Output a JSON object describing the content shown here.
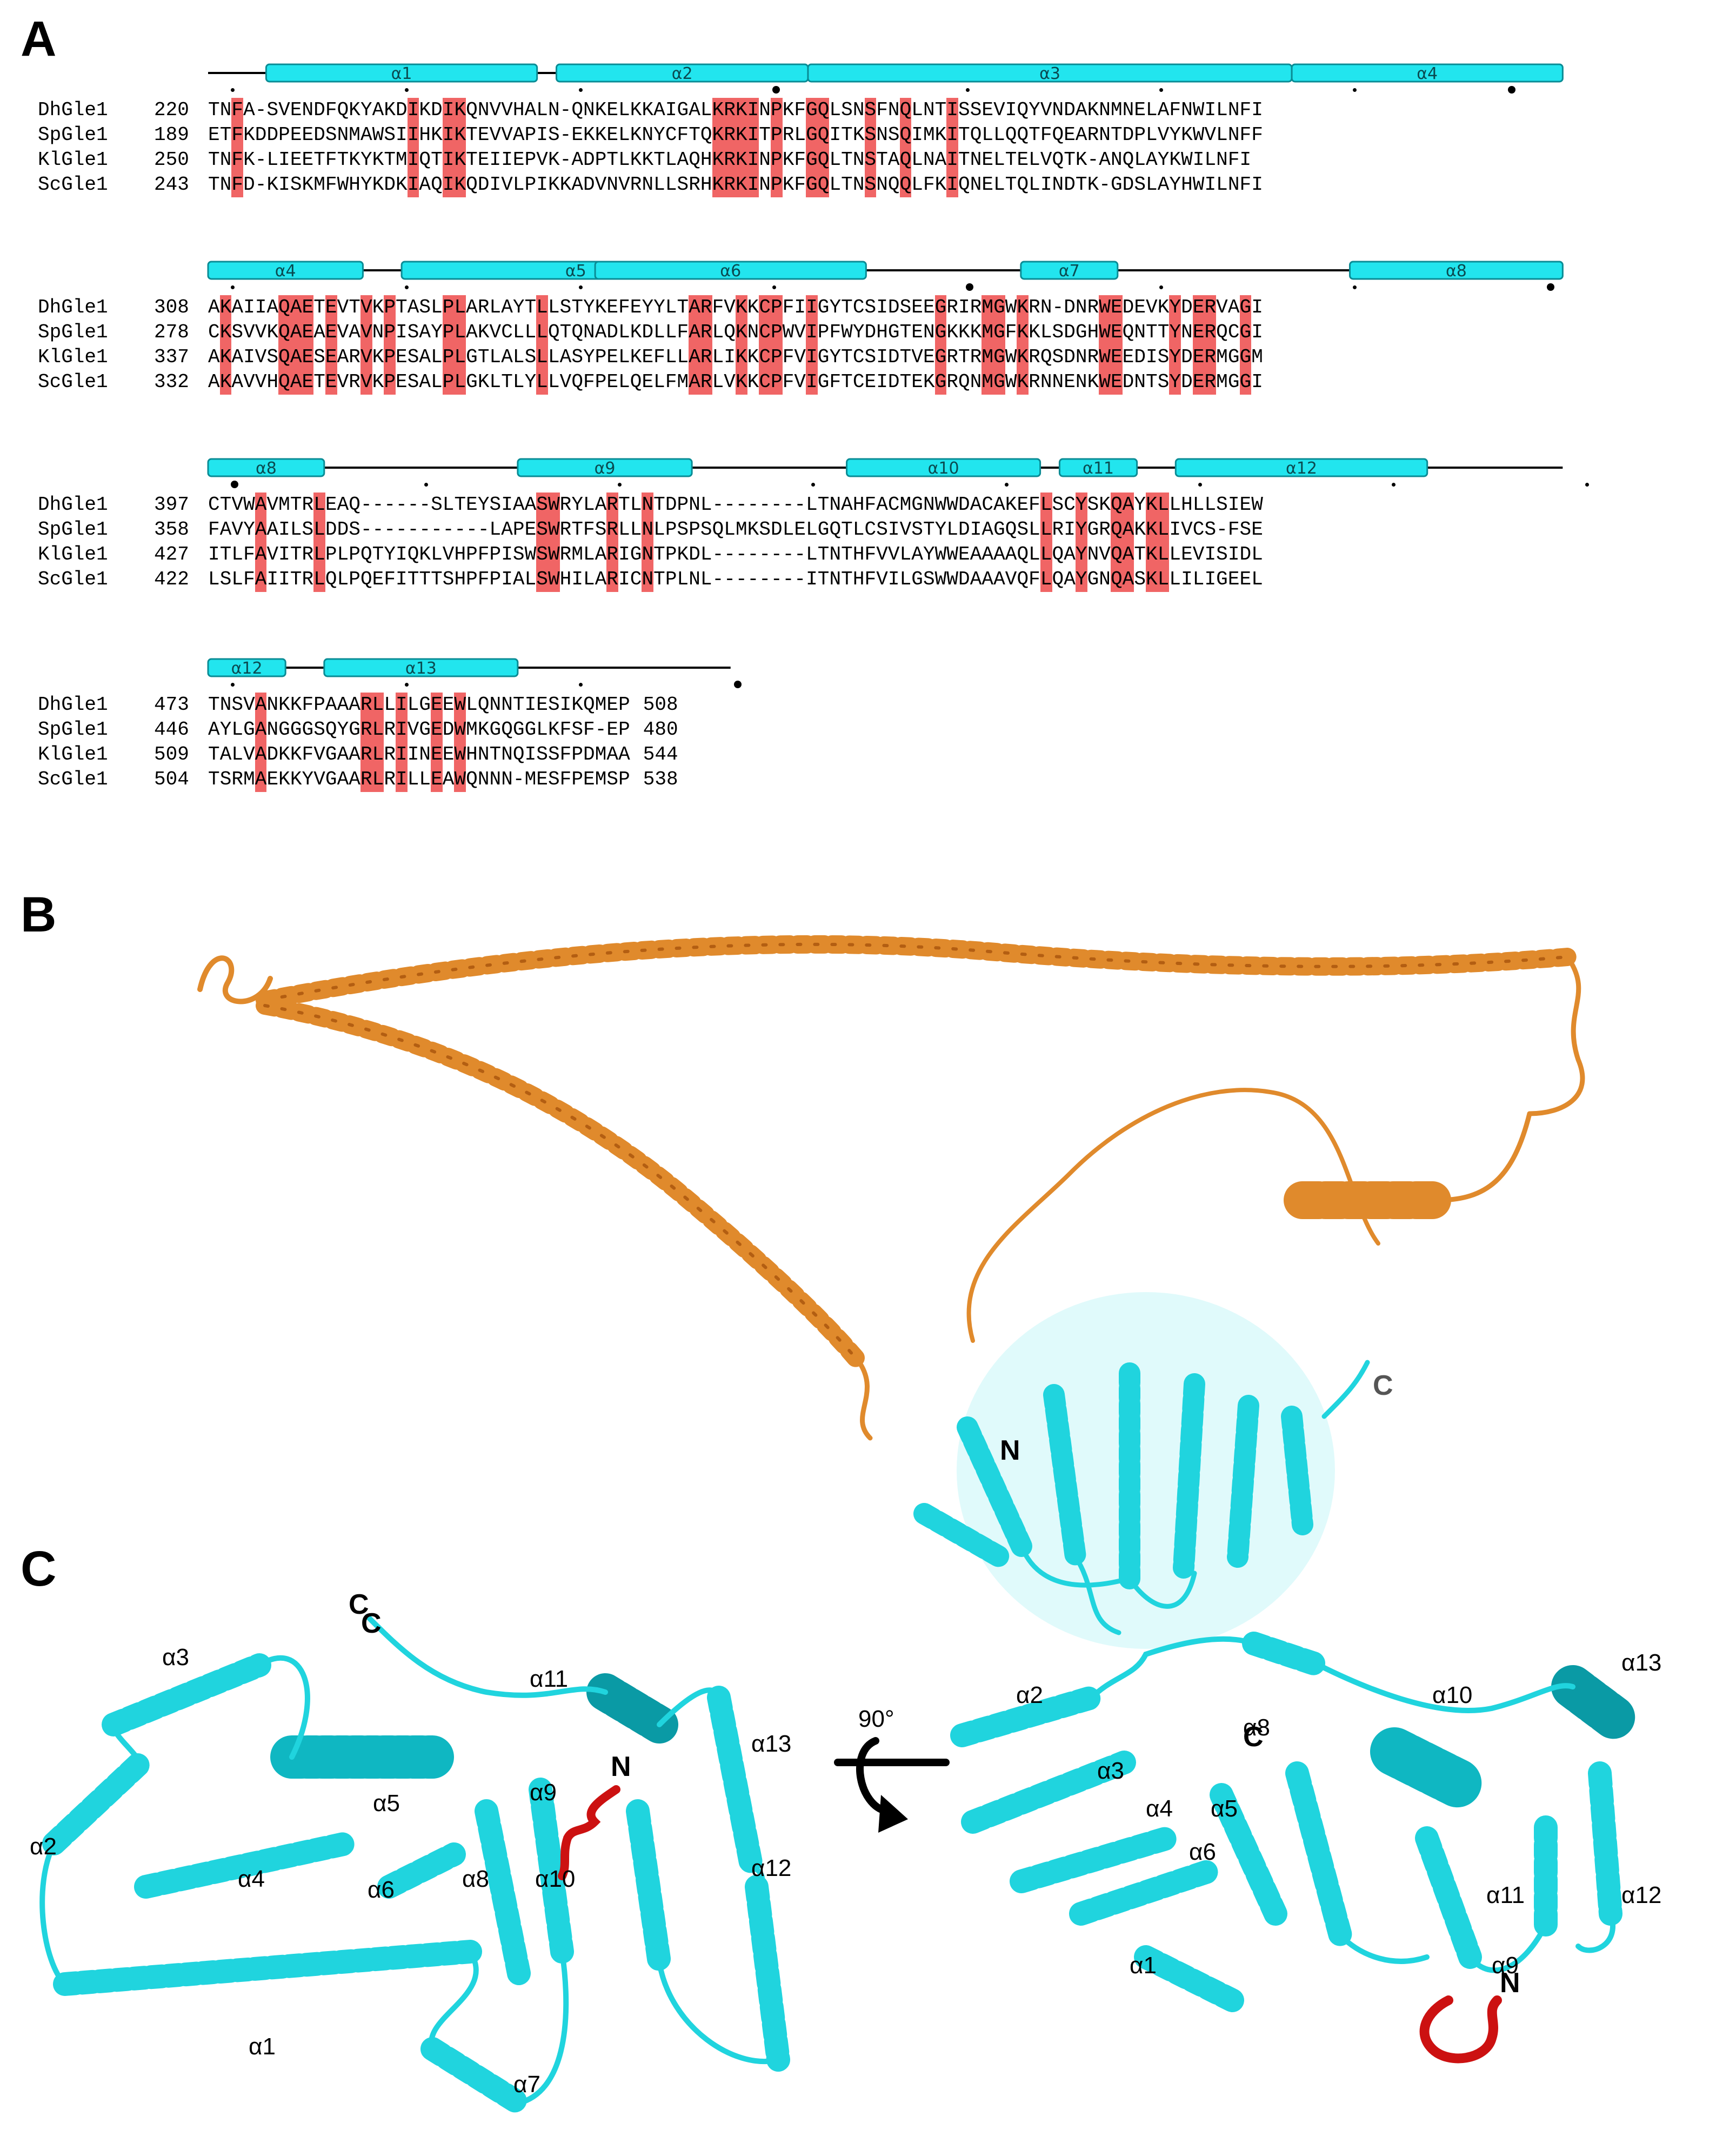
{
  "panels": {
    "a": "A",
    "b": "B",
    "c": "C"
  },
  "colors": {
    "highlight": "#f06565",
    "helix_fill": "#22e5ee",
    "helix_stroke": "#0a8c95",
    "orange": "#e08a2c",
    "cyan": "#20d4de",
    "red": "#cc1111"
  },
  "alignment": {
    "blocks": [
      {
        "rows": [
          {
            "name": "DhGle1",
            "start": "220",
            "seq": "TNFA-SVENDFQKYAKDIKDIKQNVVHALN-QNKELKKAIGALKRKINPKFGQLSNSFNQLNTISSEVIQYVNDAKNMNELAFNWILNFI",
            "end": ""
          },
          {
            "name": "SpGle1",
            "start": "189",
            "seq": "ETFKDDPEEDSNMAWSIIHKIKTEVVAPIS-EKKELKNYCFTQKRKITPRLGQITKSNSQIMKITQLLQQTFQEARNTDPLVYKWVLNFF",
            "end": ""
          },
          {
            "name": "KlGle1",
            "start": "250",
            "seq": "TNFK-LIEETFTKYKTMIQTIKTEIIEPVK-ADPTLKKTLAQHKRKINPKFGQLTNSTAQLNAITNELTELVQTK-ANQLAYKWILNFI",
            "end": ""
          },
          {
            "name": "ScGle1",
            "start": "243",
            "seq": "TNFD-KISKMFWHYKDKIAQIKQDIVLPIKKADVNVRNLLSRHKRKINPKFGQLTNSNQQLFKIQNELTQLINDTK-GDSLAYHWILNFI",
            "end": ""
          }
        ],
        "helices": [
          "α1",
          "α2",
          "α3",
          "α4"
        ]
      },
      {
        "rows": [
          {
            "name": "DhGle1",
            "start": "308",
            "seq": "AKAIIAQAETEVTVKPTASLPLARLAYTLLSTYKEFEYYLTARFVKKCPFIIGYTCSIDSEEGRIRMGWKRN-DNRWEDEVKYDERVAGI",
            "end": ""
          },
          {
            "name": "SpGle1",
            "start": "278",
            "seq": "CKSVVKQAEAEVAVNPISAYPLAKVCLLLQTQNADLKDLLFARLQKNCPWVIPFWYDHGTENGKKKMGFKKLSDGHWEQNTTYNERQCGI",
            "end": ""
          },
          {
            "name": "KlGle1",
            "start": "337",
            "seq": "AKAIVSQAESEARVKPESALPLGTLALSLLASYPELKEFLLARLIKKCPFVIGYTCSIDTVEGRTRMGWKRQSDNRWEEDISYDERMGGM",
            "end": ""
          },
          {
            "name": "ScGle1",
            "start": "332",
            "seq": "AKAVVHQAETEVRVKPESALPLGKLTLYLLVQFPELQELFMARLVKKCPFVIGFTCEIDTEKGRQNMGWKRNNENKWEDNTSYDERMGGI",
            "end": ""
          }
        ],
        "helices": [
          "α4",
          "α5",
          "α6",
          "α7",
          "α8"
        ]
      },
      {
        "rows": [
          {
            "name": "DhGle1",
            "start": "397",
            "seq": "CTVWAVMTRLEAQ------SLTEYSIAASWRYLARTLNTDPNL--------LTNAHFACMGNWWDACAKEFLSCYSKQAYKLLHLLSIEW",
            "end": ""
          },
          {
            "name": "SpGle1",
            "start": "358",
            "seq": "FAVYAAILSLDDS-----------LAPESWRTFSRLLNLPSPSQLMKSDLELGQTLCSIVSTYLDIAGQSLLRIYGRQAKKLIVCS-FSE",
            "end": ""
          },
          {
            "name": "KlGle1",
            "start": "427",
            "seq": "ITLFAVITRLPLPQTYIQKLVHPFPISWSWRMLARIGNTPKDL--------LTNTHFVVLAYWWEAAAAQLLQAYNVQATKLLEVISIDL",
            "end": ""
          },
          {
            "name": "ScGle1",
            "start": "422",
            "seq": "LSLFAIITRLQLPQEFITTTSHPFPIALSWHILARICNTPLNL--------ITNTHFVILGSWWDAAAVQFLQAYGNQASKLLILIGEEL",
            "end": ""
          }
        ],
        "helices": [
          "α8",
          "α9",
          "α10",
          "α11",
          "α12"
        ]
      },
      {
        "rows": [
          {
            "name": "DhGle1",
            "start": "473",
            "seq": "TNSVANKKFPAAARLLILGEEWLQNNTIESIKQMEP",
            "end": "508"
          },
          {
            "name": "SpGle1",
            "start": "446",
            "seq": "AYLGANGGGSQYGRLRIVGEDWMKGQGGLKFSF-EP",
            "end": "480"
          },
          {
            "name": "KlGle1",
            "start": "509",
            "seq": "TALVADKKFVGAARLRIINEEWHNTNQISSFPDMAA",
            "end": "544"
          },
          {
            "name": "ScGle1",
            "start": "504",
            "seq": "TSRMAEKKYVGAARLRILLEAWQNNN-MESFPEMSP",
            "end": "538"
          }
        ],
        "helices": [
          "α12",
          "α13"
        ]
      }
    ]
  },
  "panel_b": {
    "n_label": "N",
    "c_label": "C"
  },
  "panel_c": {
    "left": {
      "c_label1": "C",
      "c_label2": "C",
      "n_label": "N",
      "helices": [
        "α1",
        "α2",
        "α3",
        "α4",
        "α5",
        "α6",
        "α7",
        "α8",
        "α9",
        "α10",
        "α11",
        "α12",
        "α13"
      ]
    },
    "rotation": "90°",
    "right": {
      "c_label": "C",
      "n_label": "N",
      "helices": [
        "α1",
        "α2",
        "α3",
        "α4",
        "α5",
        "α6",
        "α8",
        "α9",
        "α10",
        "α11",
        "α12",
        "α13"
      ]
    }
  }
}
